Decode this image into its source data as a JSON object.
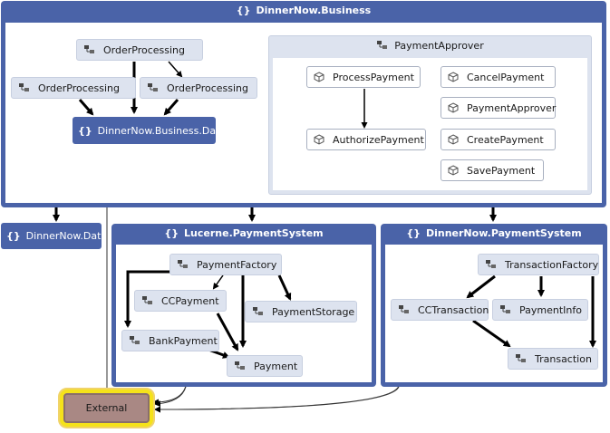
{
  "groups": {
    "business": {
      "title": "DinnerNow.Business"
    },
    "lucerne": {
      "title": "Lucerne.PaymentSystem"
    },
    "dn_payment": {
      "title": "DinnerNow.PaymentSystem"
    }
  },
  "namespaces": {
    "business_data": "DinnerNow.Business.Data",
    "dn_data": "DinnerNow.Data"
  },
  "business_nodes": {
    "order_processing_top": "OrderProcessing",
    "order_processing_left": "OrderProcessing",
    "order_processing_right": "OrderProcessing"
  },
  "payment_approver": {
    "title": "PaymentApprover",
    "members": {
      "process_payment": "ProcessPayment",
      "cancel_payment": "CancelPayment",
      "payment_approver": "PaymentApprover",
      "authorize_payment": "AuthorizePayment",
      "create_payment": "CreatePayment",
      "save_payment": "SavePayment"
    }
  },
  "lucerne_nodes": {
    "payment_factory": "PaymentFactory",
    "cc_payment": "CCPayment",
    "payment_storage": "PaymentStorage",
    "bank_payment": "BankPayment",
    "payment": "Payment"
  },
  "dn_payment_nodes": {
    "transaction_factory": "TransactionFactory",
    "cc_transaction": "CCTransaction",
    "payment_info": "PaymentInfo",
    "transaction": "Transaction"
  },
  "external": {
    "label": "External"
  },
  "icons": {
    "namespace": "braces-icon",
    "class": "class-icon",
    "method": "cube-icon"
  },
  "colors": {
    "group": "#4a63a8",
    "node": "#dde3ef",
    "external": "#a98884",
    "highlight": "#f5e21a"
  }
}
